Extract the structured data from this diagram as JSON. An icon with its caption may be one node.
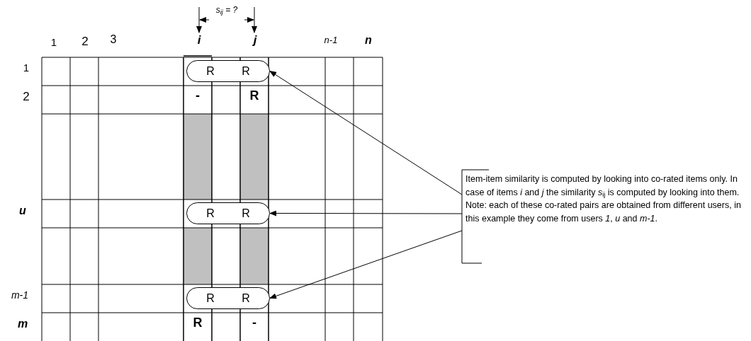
{
  "diagram": {
    "nodes": [
      {
        "text": [
          "R",
          "R"
        ]
      },
      {
        "text": [
          "R",
          "R"
        ]
      },
      {
        "text": [
          "R",
          "R"
        ]
      },
      {
        "text": [
          "Item-item similarity is computed by looking into co-rated items only. In case of items *i* and *j* the similarity *s*$_{ij}$ is computed by looking into them. Note: each of these co-rated pairs are obtained from different users, in this example they come from users *1*, *u* and *m-1*."
        ]
      }
    ],
    "edges": [
      {
        "from": 3,
        "to": 0,
        "arrow": "to"
      },
      {
        "from": 3,
        "to": 1,
        "arrow": "to"
      },
      {
        "from": 3,
        "to": 2,
        "arrow": "to"
      }
    ],
    "labels": [
      "*s*$_{ij}$ = ?",
      "1",
      "2",
      "3",
      "i",
      "j",
      "n-1",
      "n",
      "1",
      "2",
      "u",
      "m-1",
      "m",
      "-",
      "R",
      "R",
      "-"
    ]
  }
}
